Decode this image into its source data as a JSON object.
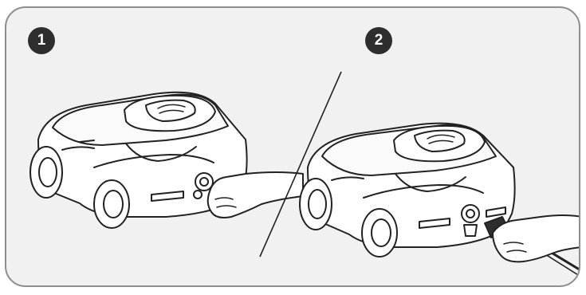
{
  "steps": [
    {
      "number": "1",
      "icon": "robot-cleaner-cap-removal"
    },
    {
      "number": "2",
      "icon": "robot-cleaner-cable-connection"
    }
  ],
  "colors": {
    "panel_background": "#f1f1f1",
    "panel_border": "#8e8e8e",
    "badge_fill": "#2e2e2e",
    "badge_text": "#ffffff",
    "line_art": "#222222"
  }
}
